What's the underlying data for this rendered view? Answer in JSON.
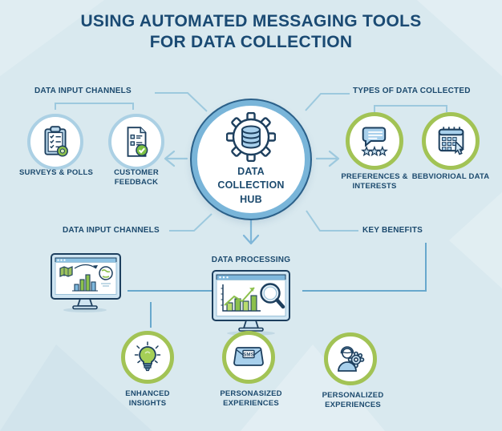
{
  "title": {
    "line1": "USING AUTOMATED MESSAGING TOOLS",
    "line2": "FOR DATA COLLECTION"
  },
  "hub": {
    "label": "DATA COLLECTION HUB",
    "icon": "gear-database-icon"
  },
  "sections": {
    "data_input_channels_top": "DATA INPUT CHANNELS",
    "types_of_data_collected": "TYPES OF DATA COLLECTED",
    "data_input_channels_mid": "DATA INPUT CHANNELS",
    "key_benefits": "KEY BENEFITS",
    "data_processing": "DATA PROCESSING"
  },
  "nodes": {
    "surveys_polls": {
      "label": "SURVEYS & POLLS",
      "icon": "clipboard-checklist-icon"
    },
    "customer_feedback": {
      "label": "CUSTOMER FEEDBACK",
      "icon": "document-check-icon"
    },
    "preferences_interests": {
      "label": "PREFERENCES & INTERESTS",
      "icon": "chat-bubble-stars-icon"
    },
    "behavioral_data": {
      "label": "BEBVIORIOAL DATA",
      "icon": "calendar-cursor-icon"
    },
    "enhanced_insights": {
      "label": "ENHANCED INSIGHTS",
      "icon": "lightbulb-icon"
    },
    "personasized_experiences": {
      "label": "PERSONASIZED EXPERIENCES",
      "icon": "sms-message-icon",
      "icon_text": "SMS"
    },
    "personalized_experiences": {
      "label": "PERSONALIZED EXPERIENCES",
      "icon": "user-gear-icon"
    }
  },
  "colors": {
    "background": "#d9e9ef",
    "heading_text": "#1a4a73",
    "label_text": "#1c4a6e",
    "hub_ring": "#79b5d9",
    "hub_ring_outline": "#2b6089",
    "blue_circle_ring": "#abd0e4",
    "green_circle_ring": "#a2c355",
    "icon_outline": "#1d3f5e",
    "icon_blue_fill": "#a8d0ec",
    "icon_green_fill": "#8cc04c",
    "connector_light": "#9dc9de",
    "connector_medium": "#68a8cd"
  }
}
